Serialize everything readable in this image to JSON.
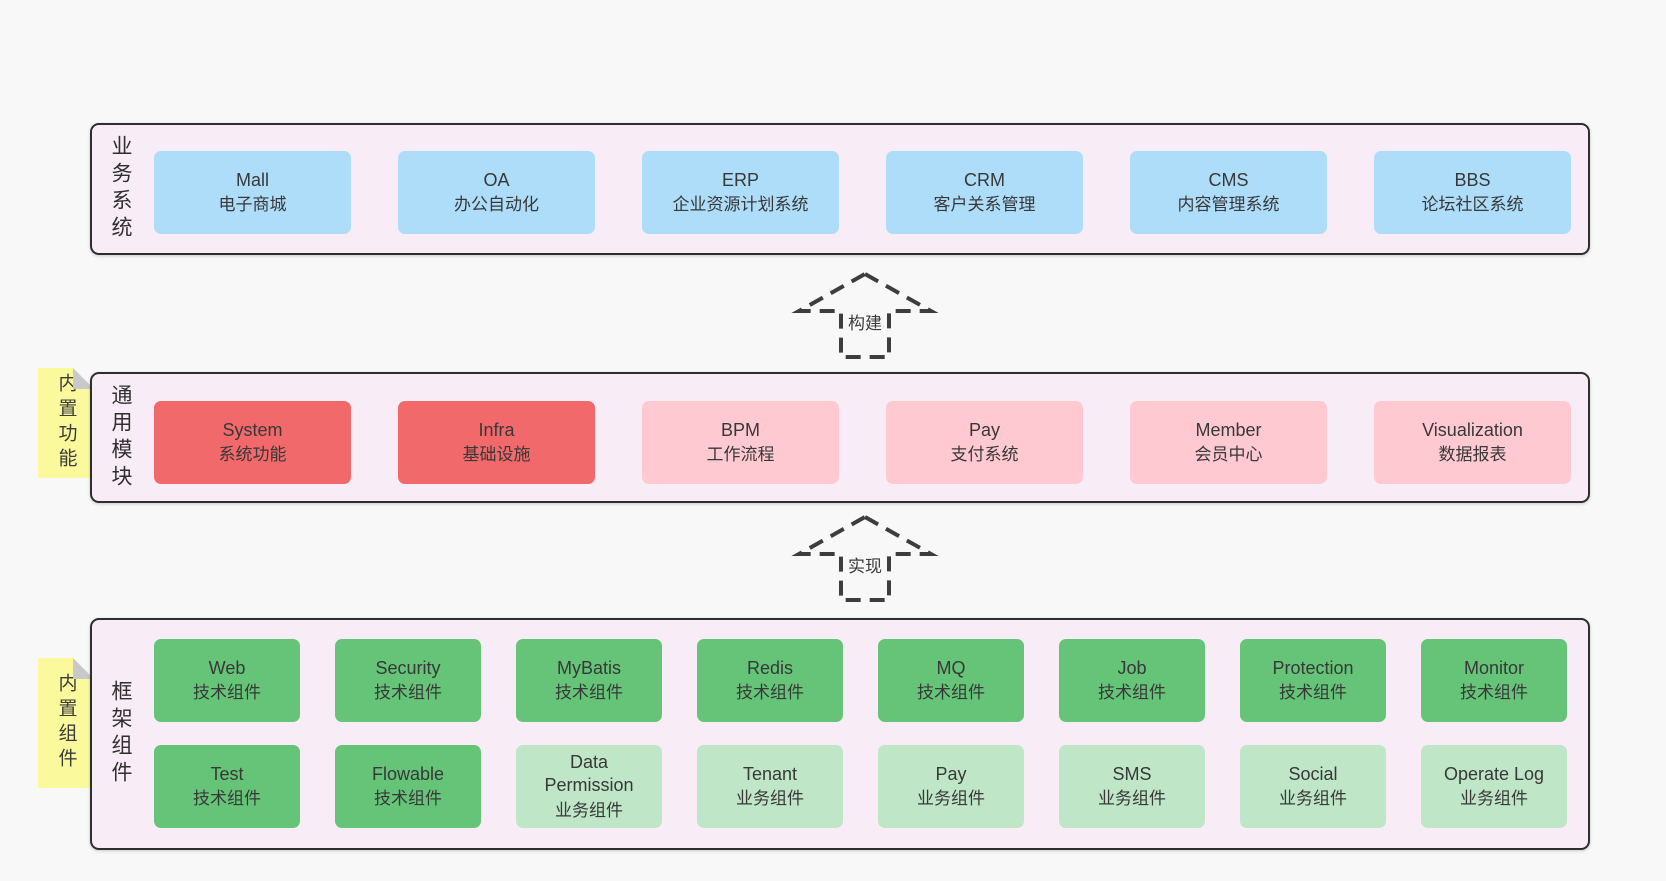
{
  "colors": {
    "blue": "#aeddfa",
    "red": "#f2696b",
    "pink": "#ffc9d2",
    "green": "#65c478",
    "lightgreen": "#bfe6c7",
    "container_bg": "#f8edf6",
    "tag_bg": "#fafa9d",
    "page_bg": "#f8f8f8"
  },
  "arrows": [
    {
      "label": "构建"
    },
    {
      "label": "实现"
    }
  ],
  "layers": [
    {
      "label": "业务系统",
      "rows": [
        [
          {
            "name": "Mall",
            "sub": "电子商城",
            "type": "blue"
          },
          {
            "name": "OA",
            "sub": "办公自动化",
            "type": "blue"
          },
          {
            "name": "ERP",
            "sub": "企业资源计划系统",
            "type": "blue"
          },
          {
            "name": "CRM",
            "sub": "客户关系管理",
            "type": "blue"
          },
          {
            "name": "CMS",
            "sub": "内容管理系统",
            "type": "blue"
          },
          {
            "name": "BBS",
            "sub": "论坛社区系统",
            "type": "blue"
          }
        ]
      ]
    },
    {
      "label": "通用模块",
      "tag": "内置功能",
      "rows": [
        [
          {
            "name": "System",
            "sub": "系统功能",
            "type": "red"
          },
          {
            "name": "Infra",
            "sub": "基础设施",
            "type": "red"
          },
          {
            "name": "BPM",
            "sub": "工作流程",
            "type": "pink"
          },
          {
            "name": "Pay",
            "sub": "支付系统",
            "type": "pink"
          },
          {
            "name": "Member",
            "sub": "会员中心",
            "type": "pink"
          },
          {
            "name": "Visualization",
            "sub": "数据报表",
            "type": "pink"
          }
        ]
      ]
    },
    {
      "label": "框架组件",
      "tag": "内置组件",
      "rows": [
        [
          {
            "name": "Web",
            "sub": "技术组件",
            "type": "green"
          },
          {
            "name": "Security",
            "sub": "技术组件",
            "type": "green"
          },
          {
            "name": "MyBatis",
            "sub": "技术组件",
            "type": "green"
          },
          {
            "name": "Redis",
            "sub": "技术组件",
            "type": "green"
          },
          {
            "name": "MQ",
            "sub": "技术组件",
            "type": "green"
          },
          {
            "name": "Job",
            "sub": "技术组件",
            "type": "green"
          },
          {
            "name": "Protection",
            "sub": "技术组件",
            "type": "green"
          },
          {
            "name": "Monitor",
            "sub": "技术组件",
            "type": "green"
          }
        ],
        [
          {
            "name": "Test",
            "sub": "技术组件",
            "type": "green"
          },
          {
            "name": "Flowable",
            "sub": "技术组件",
            "type": "green"
          },
          {
            "name": "Data\nPermission",
            "sub": "业务组件",
            "type": "lightgreen"
          },
          {
            "name": "Tenant",
            "sub": "业务组件",
            "type": "lightgreen"
          },
          {
            "name": "Pay",
            "sub": "业务组件",
            "type": "lightgreen"
          },
          {
            "name": "SMS",
            "sub": "业务组件",
            "type": "lightgreen"
          },
          {
            "name": "Social",
            "sub": "业务组件",
            "type": "lightgreen"
          },
          {
            "name": "Operate Log",
            "sub": "业务组件",
            "type": "lightgreen"
          }
        ]
      ]
    }
  ]
}
